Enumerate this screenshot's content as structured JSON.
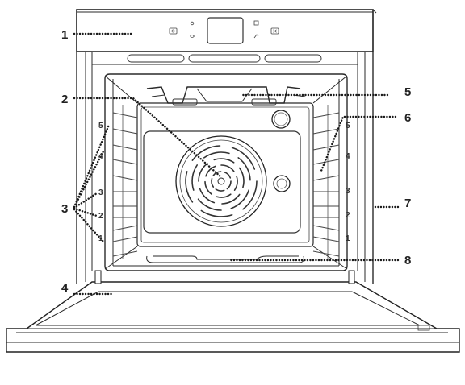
{
  "callouts": [
    "1",
    "2",
    "3",
    "4",
    "5",
    "6",
    "7",
    "8"
  ],
  "shelf_levels_left": [
    "5",
    "4",
    "3",
    "2",
    "1"
  ],
  "shelf_levels_right": [
    "5",
    "4",
    "3",
    "2",
    "1"
  ]
}
